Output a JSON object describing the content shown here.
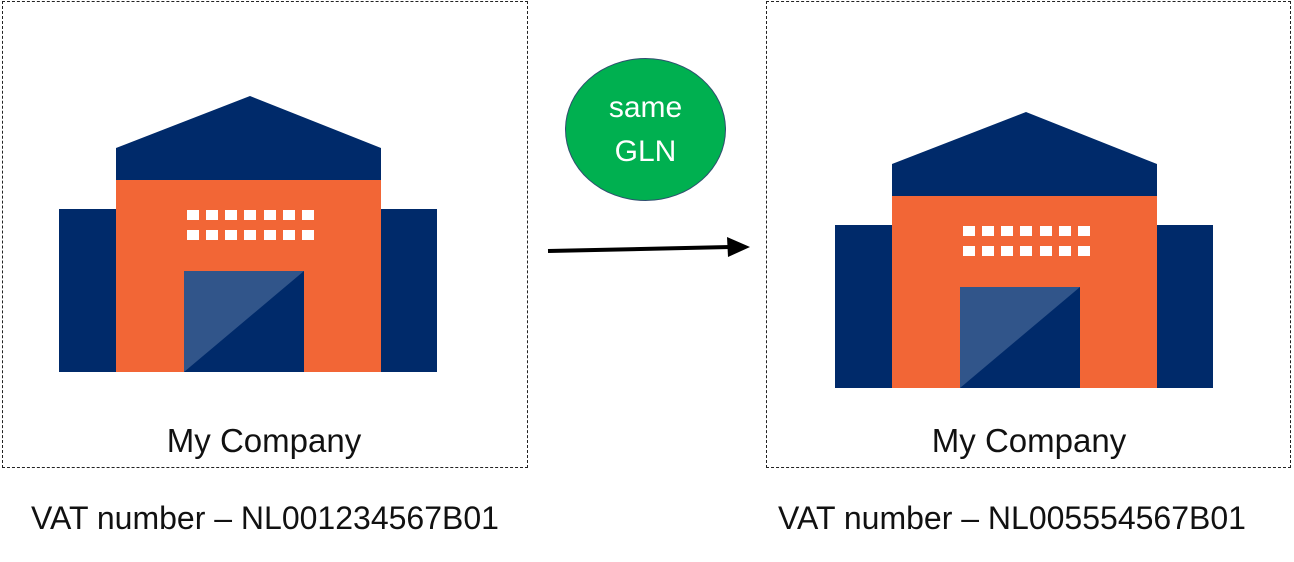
{
  "colors": {
    "navy": "#002a6a",
    "orange": "#f26636",
    "door_light": "#31558a",
    "badge_green": "#00b050",
    "window_white": "#ffffff"
  },
  "left_company": {
    "name": "My Company",
    "vat": "VAT number – NL001234567B01",
    "icon": "warehouse-icon"
  },
  "right_company": {
    "name": "My Company",
    "vat": "VAT number – NL005554567B01",
    "icon": "warehouse-icon"
  },
  "badge": {
    "text": "same GLN"
  },
  "arrow": {
    "icon": "arrow-right-icon"
  }
}
